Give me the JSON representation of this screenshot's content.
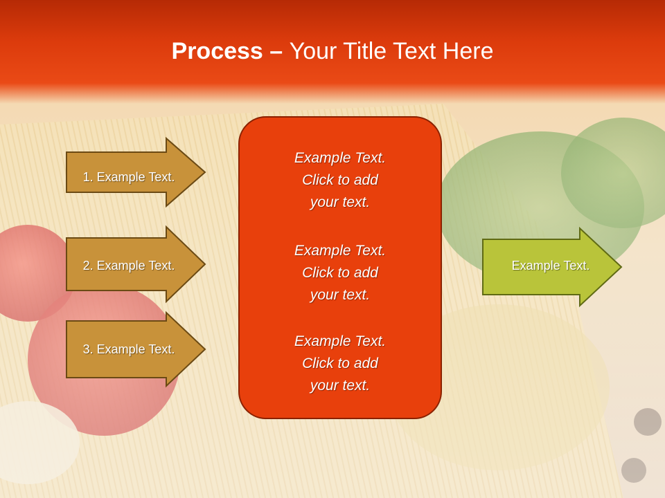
{
  "slide": {
    "title_bold": "Process",
    "title_sep": " – ",
    "title_rest": "Your Title Text Here"
  },
  "left_arrows": [
    {
      "label": "1. Example Text."
    },
    {
      "label": "2. Example Text."
    },
    {
      "label": "3. Example Text."
    }
  ],
  "center_box": {
    "blocks": [
      {
        "line1": "Example Text.",
        "line2": "Click  to add",
        "line3": "your text."
      },
      {
        "line1": "Example Text.",
        "line2": "Click  to add",
        "line3": "your text."
      },
      {
        "line1": "Example Text.",
        "line2": "Click  to add",
        "line3": "your text."
      }
    ]
  },
  "right_arrow": {
    "label": "Example Text."
  },
  "colors": {
    "title_bar": "#dc3b0c",
    "left_arrow_fill": "#c8923a",
    "left_arrow_stroke": "#6b4a14",
    "center_box_fill": "#e8400c",
    "right_arrow_fill": "#b9c43a"
  }
}
